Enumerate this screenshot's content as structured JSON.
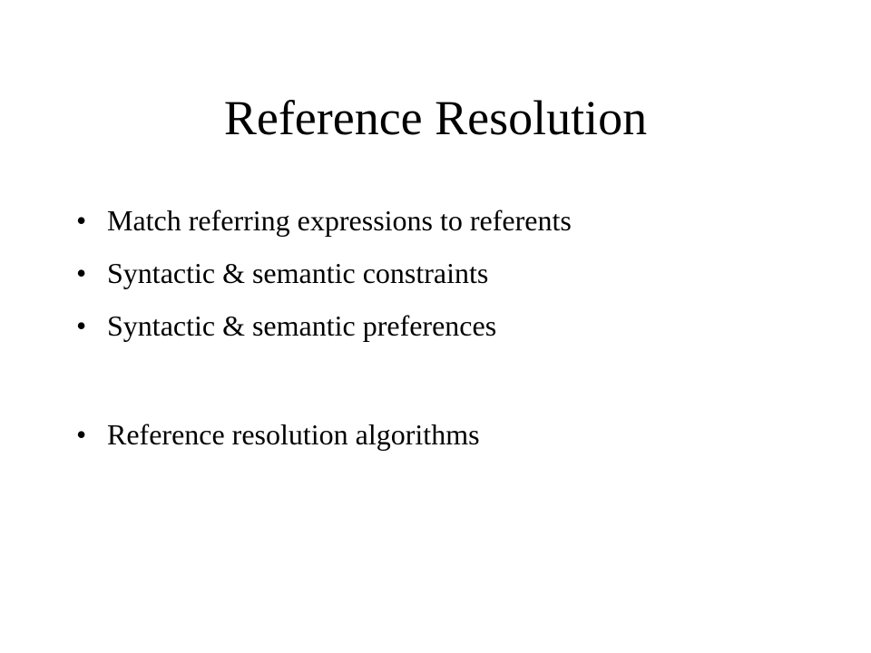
{
  "slide": {
    "title": "Reference Resolution",
    "bullet_glyph": "•",
    "bullets": [
      {
        "text": "Match referring expressions to referents"
      },
      {
        "text": "Syntactic & semantic constraints"
      },
      {
        "text": "Syntactic & semantic preferences"
      },
      {
        "text": "Reference resolution algorithms"
      }
    ]
  },
  "colors": {
    "background": "#ffffff",
    "text": "#000000"
  }
}
